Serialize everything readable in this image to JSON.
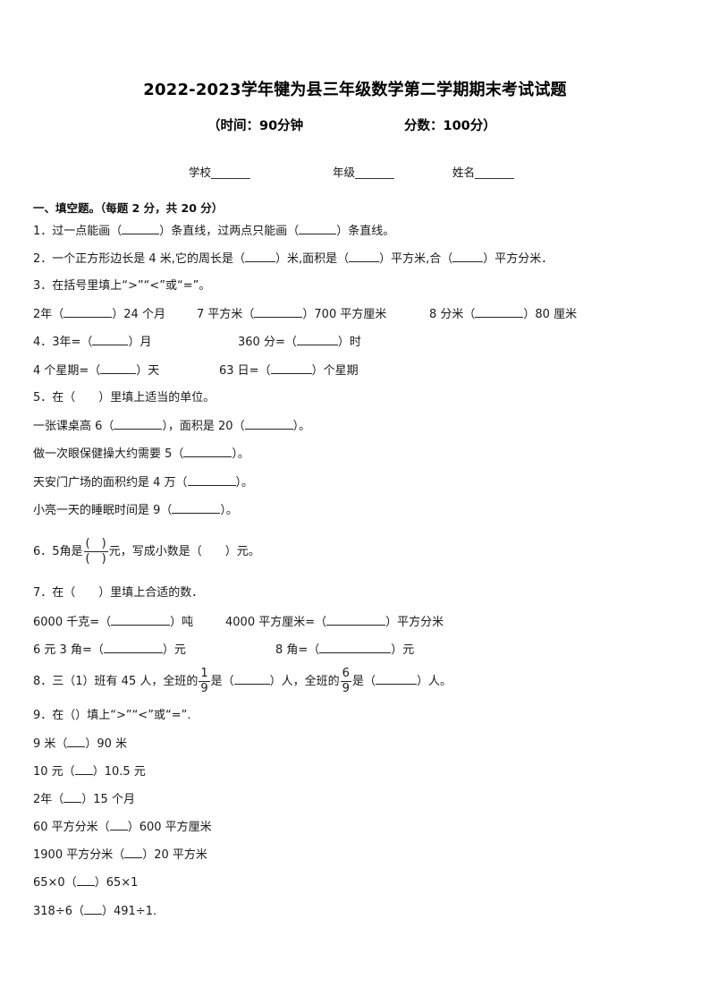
{
  "header": {
    "title": "2022-2023学年犍为县三年级数学第二学期期末考试试题",
    "time": "（时间：90分钟",
    "score": "分数：100分）"
  },
  "info": {
    "school": "学校_______",
    "grade": "年级_______",
    "name": "姓名_______"
  },
  "section1": {
    "heading": "一、填空题。（每题 2 分，共 20 分）"
  },
  "q1": {
    "a": "1．过一点能画（",
    "b": "）条直线，过两点只能画（",
    "c": "）条直线。"
  },
  "q2": {
    "a": "2．一个正方形边长是 4 米,它的周长是（",
    "b": "）米,面积是（",
    "c": "）平方米,合（",
    "d": "）平方分米．"
  },
  "q3": {
    "prompt": "3．在括号里填上“>”“<”或“=”。",
    "items": [
      {
        "left": "2年（",
        "right": "）24 个月"
      },
      {
        "left": "7 平方米（",
        "right": "）700 平方厘米"
      },
      {
        "left": "8 分米（",
        "right": "）80 厘米"
      }
    ]
  },
  "q4": {
    "items": [
      {
        "left": "4．3年=（",
        "right": "）月"
      },
      {
        "left": "360 分=（",
        "right": "）时"
      },
      {
        "left": "4 个星期=（",
        "right": "）天"
      },
      {
        "left": "63 日=（",
        "right": "）个星期"
      }
    ]
  },
  "q5": {
    "prompt": "5．在（　　）里填上适当的单位。",
    "l1a": "一张课桌高 6（",
    "l1b": "），面积是 20（",
    "l1c": "）。",
    "l2a": "做一次眼保健操大约需要 5（",
    "l2b": "）。",
    "l3a": "天安门广场的面积约是 4 万（",
    "l3b": "）。",
    "l4a": "小亮一天的睡眠时间是 9（",
    "l4b": "）。"
  },
  "q6": {
    "a": "6．5角是",
    "num": "(　)",
    "den": "(　)",
    "b": "元，写成小数是（　　）元。"
  },
  "q7": {
    "prompt": "7．在（　　）里填上合适的数．",
    "items": [
      {
        "left": "6000 千克=（",
        "right": "）吨"
      },
      {
        "left": "4000 平方厘米=（",
        "right": "）平方分米"
      },
      {
        "left": "6 元 3 角=（",
        "right": "）元"
      },
      {
        "left": "8 角=（",
        "right": "）元"
      }
    ]
  },
  "q8": {
    "a": "8．三（1）班有 45 人，全班的",
    "f1num": "1",
    "f1den": "9",
    "b": "是（",
    "c": "）人，全班的",
    "f2num": "6",
    "f2den": "9",
    "d": "是（",
    "e": "）人。"
  },
  "q9": {
    "prompt": "9．在（）填上“>”“<”或“=”.",
    "items": [
      {
        "left": "9 米（",
        "right": "）90 米"
      },
      {
        "left": "10 元（",
        "right": "）10.5 元"
      },
      {
        "left": "2年（",
        "right": "）15 个月"
      },
      {
        "left": "60 平方分米（",
        "right": "）600 平方厘米"
      },
      {
        "left": "1900 平方分米（",
        "right": "）20 平方米"
      },
      {
        "left": "65×0（",
        "right": "）65×1"
      },
      {
        "left": "318÷6（",
        "right": "）491÷1."
      }
    ]
  }
}
